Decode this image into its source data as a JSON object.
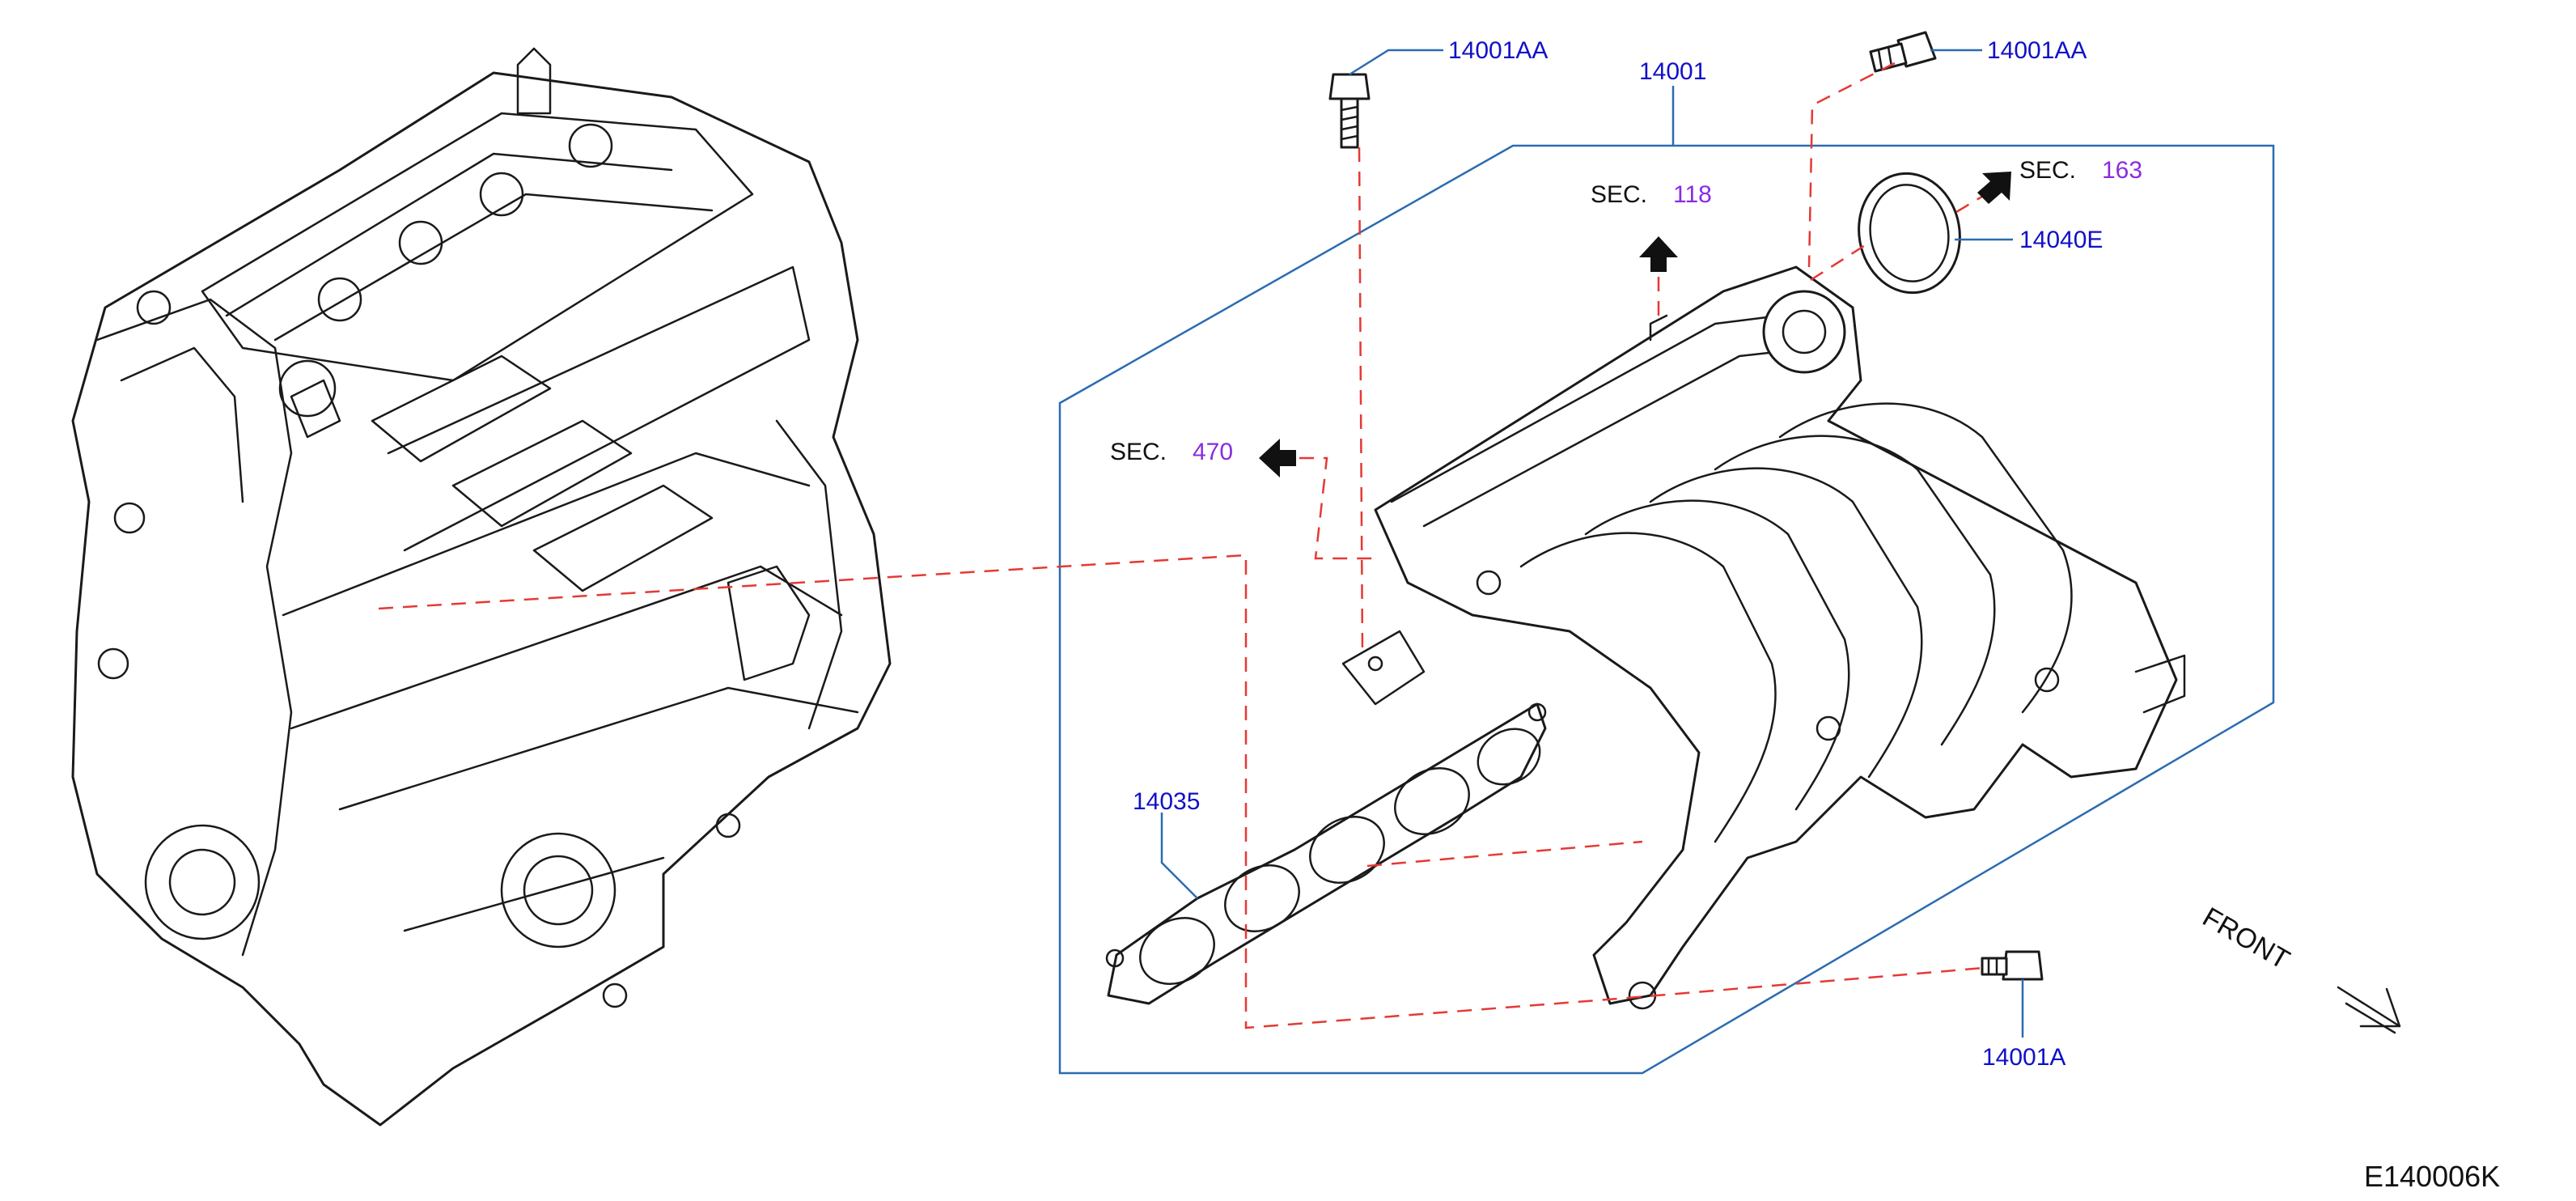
{
  "parts": {
    "bolt_top_left": "14001AA",
    "bolt_top_right": "14001AA",
    "manifold": "14001",
    "gasket_throttle": "14040E",
    "gasket_manifold": "14035",
    "bolt_bottom": "14001A"
  },
  "sections": {
    "sec_prefix": "SEC.",
    "sec_118": "118",
    "sec_163": "163",
    "sec_470": "470"
  },
  "front_label": "FRONT",
  "diagram_ref": "E140006K",
  "colors": {
    "part_number": "#1010c8",
    "section_number": "#8a2be2",
    "leader_line": "#2b6cb0",
    "dashed_line": "#e53935",
    "line_art": "#1a1a1a"
  }
}
